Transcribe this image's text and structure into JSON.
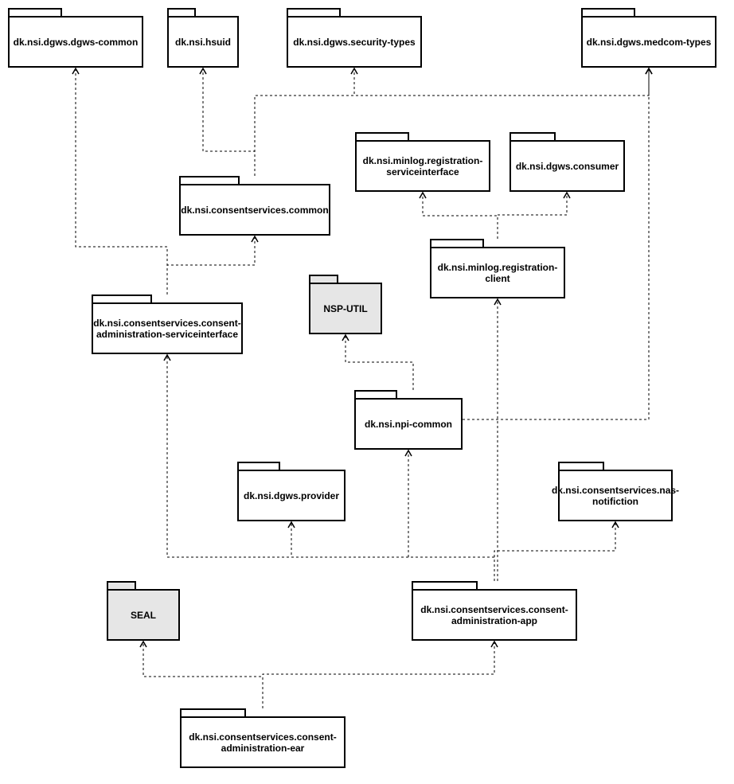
{
  "packages": [
    {
      "id": "dgws-common",
      "label": "dk.nsi.dgws.dgws-common",
      "external": false
    },
    {
      "id": "hsuid",
      "label": "dk.nsi.hsuid",
      "external": false
    },
    {
      "id": "security-types",
      "label": "dk.nsi.dgws.security-types",
      "external": false
    },
    {
      "id": "medcom-types",
      "label": "dk.nsi.dgws.medcom-types",
      "external": false
    },
    {
      "id": "minlog-serviceinterface",
      "label": "dk.nsi.minlog.registration-serviceinterface",
      "external": false
    },
    {
      "id": "dgws-consumer",
      "label": "dk.nsi.dgws.consumer",
      "external": false
    },
    {
      "id": "consentservices-common",
      "label": "dk.nsi.consentservices.common",
      "external": false
    },
    {
      "id": "minlog-client",
      "label": "dk.nsi.minlog.registration-client",
      "external": false
    },
    {
      "id": "consent-admin-serviceinterface",
      "label": "dk.nsi.consentservices.consent-administration-serviceinterface",
      "external": false
    },
    {
      "id": "nsp-util",
      "label": "NSP-UTIL",
      "external": true
    },
    {
      "id": "npi-common",
      "label": "dk.nsi.npi-common",
      "external": false
    },
    {
      "id": "dgws-provider",
      "label": "dk.nsi.dgws.provider",
      "external": false
    },
    {
      "id": "nas-notification",
      "label": "dk.nsi.consentservices.nas-notifiction",
      "external": false
    },
    {
      "id": "seal",
      "label": "SEAL",
      "external": true
    },
    {
      "id": "consent-admin-app",
      "label": "dk.nsi.consentservices.consent-administration-app",
      "external": false
    },
    {
      "id": "consent-admin-ear",
      "label": "dk.nsi.consentservices.consent-administration-ear",
      "external": false
    }
  ],
  "dependencies": [
    {
      "from": "consentservices-common",
      "to": "hsuid"
    },
    {
      "from": "consentservices-common",
      "to": "security-types"
    },
    {
      "from": "consentservices-common",
      "to": "medcom-types"
    },
    {
      "from": "consent-admin-serviceinterface",
      "to": "dgws-common"
    },
    {
      "from": "consent-admin-serviceinterface",
      "to": "consentservices-common"
    },
    {
      "from": "minlog-client",
      "to": "minlog-serviceinterface"
    },
    {
      "from": "minlog-client",
      "to": "dgws-consumer"
    },
    {
      "from": "npi-common",
      "to": "nsp-util"
    },
    {
      "from": "npi-common",
      "to": "medcom-types"
    },
    {
      "from": "consent-admin-app",
      "to": "consent-admin-serviceinterface"
    },
    {
      "from": "consent-admin-app",
      "to": "dgws-provider"
    },
    {
      "from": "consent-admin-app",
      "to": "npi-common"
    },
    {
      "from": "consent-admin-app",
      "to": "minlog-client"
    },
    {
      "from": "consent-admin-app",
      "to": "nas-notification"
    },
    {
      "from": "consent-admin-ear",
      "to": "seal"
    },
    {
      "from": "consent-admin-ear",
      "to": "consent-admin-app"
    }
  ]
}
